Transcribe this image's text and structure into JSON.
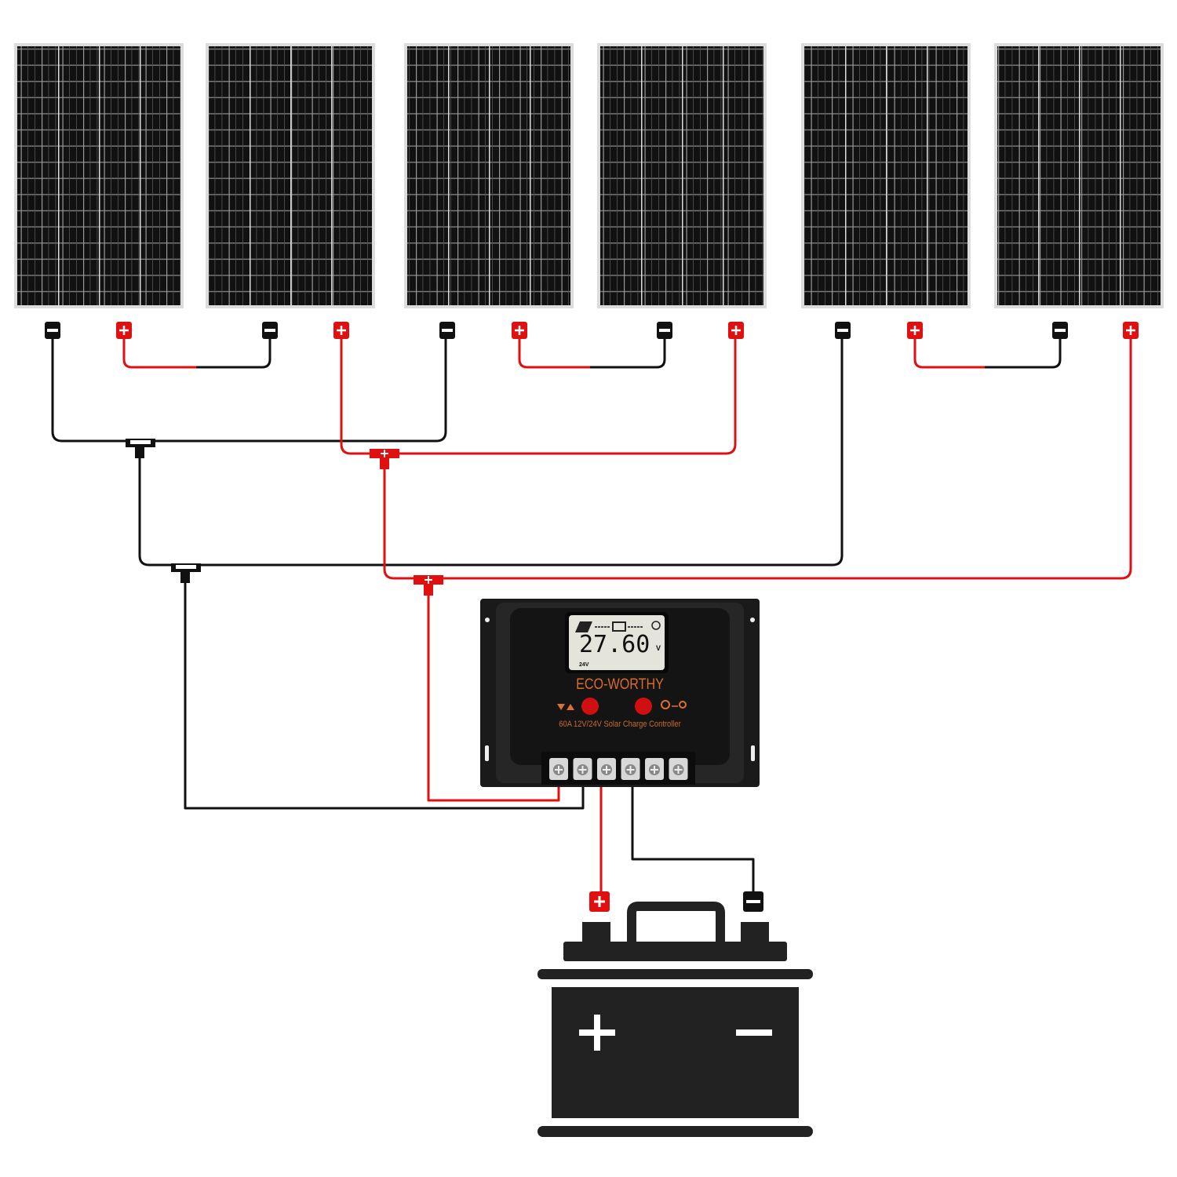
{
  "diagram": {
    "panel_count": 6,
    "controller": {
      "brand": "ECO-WORTHY",
      "model": "60A 12V/24V Solar Charge Controller",
      "lcd_value": "27.60",
      "lcd_unit": "V",
      "system_voltage": "24V"
    },
    "battery": {
      "positive_symbol": "+",
      "negative_symbol": "−"
    },
    "colors": {
      "positive_wire": "#e01010",
      "negative_wire": "#111111",
      "panel_cell": "#111111",
      "panel_frame": "#d8d8d8",
      "battery": "#222222",
      "controller_body": "#1a1a1a",
      "brand": "#d86b2a"
    }
  }
}
